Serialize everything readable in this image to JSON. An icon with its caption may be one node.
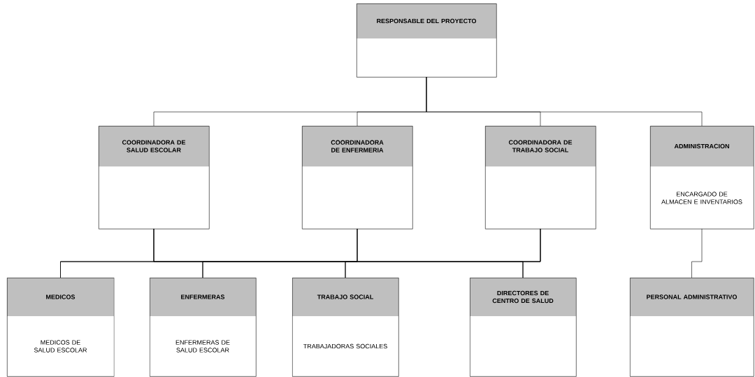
{
  "diagram": {
    "nodes": [
      {
        "text": [
          "RESPONSABLE DEL PROYECTO"
        ]
      },
      {
        "text": [
          "COORDINADORA DE SALUD ESCOLAR"
        ]
      },
      {
        "text": [
          "COORDINADORA DE ENFERMERIA"
        ]
      },
      {
        "text": [
          "COORDINADORA DE TRABAJO SOCIAL"
        ]
      },
      {
        "text": [
          "ADMINISTRACION",
          "ENCARGADO DE ALMACEN E INVENTARIOS"
        ]
      },
      {
        "text": [
          "MEDICOS",
          "MEDICOS DE SALUD ESCOLAR"
        ]
      },
      {
        "text": [
          "ENFERMERAS",
          "ENFERMERAS DE SALUD ESCOLAR"
        ]
      },
      {
        "text": [
          "TRABAJO SOCIAL",
          "TRABAJADORAS SOCIALES"
        ]
      },
      {
        "text": [
          "DIRECTORES DE CENTRO DE SALUD"
        ]
      },
      {
        "text": [
          "PERSONAL ADMINISTRATIVO"
        ]
      }
    ],
    "edges": [
      {
        "from": 0,
        "to": 1,
        "arrow": "none"
      },
      {
        "from": 0,
        "to": 2,
        "arrow": "none"
      },
      {
        "from": 0,
        "to": 3,
        "arrow": "none"
      },
      {
        "from": 0,
        "to": 4,
        "arrow": "none"
      },
      {
        "from": 1,
        "to": 5,
        "arrow": "none"
      },
      {
        "from": 1,
        "to": 6,
        "arrow": "none"
      },
      {
        "from": 1,
        "to": 7,
        "arrow": "none"
      },
      {
        "from": 1,
        "to": 8,
        "arrow": "none"
      },
      {
        "from": 2,
        "to": 5,
        "arrow": "none"
      },
      {
        "from": 2,
        "to": 6,
        "arrow": "none"
      },
      {
        "from": 2,
        "to": 7,
        "arrow": "none"
      },
      {
        "from": 2,
        "to": 8,
        "arrow": "none"
      },
      {
        "from": 3,
        "to": 5,
        "arrow": "none"
      },
      {
        "from": 3,
        "to": 6,
        "arrow": "none"
      },
      {
        "from": 3,
        "to": 7,
        "arrow": "none"
      },
      {
        "from": 3,
        "to": 8,
        "arrow": "none"
      },
      {
        "from": 4,
        "to": 9,
        "arrow": "none"
      }
    ]
  }
}
